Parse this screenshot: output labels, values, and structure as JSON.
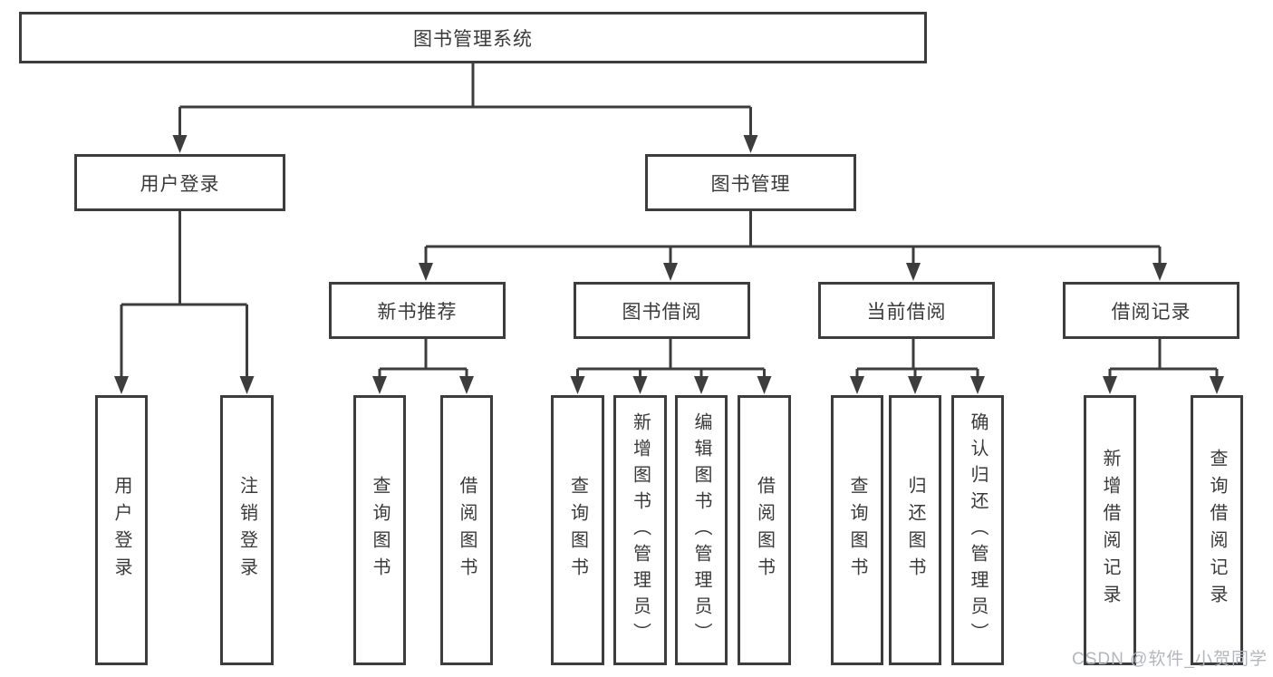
{
  "tree": {
    "label": "图书管理系统",
    "children": [
      {
        "label": "用户登录",
        "children": [
          {
            "label": "用户登录"
          },
          {
            "label": "注销登录"
          }
        ]
      },
      {
        "label": "图书管理",
        "children": [
          {
            "label": "新书推荐",
            "children": [
              {
                "label": "查询图书"
              },
              {
                "label": "借阅图书"
              }
            ]
          },
          {
            "label": "图书借阅",
            "children": [
              {
                "label": "查询图书"
              },
              {
                "label": "新增图书（管理员）"
              },
              {
                "label": "编辑图书（管理员）"
              },
              {
                "label": "借阅图书"
              }
            ]
          },
          {
            "label": "当前借阅",
            "children": [
              {
                "label": "查询图书"
              },
              {
                "label": "归还图书"
              },
              {
                "label": "确认归还（管理员）"
              }
            ]
          },
          {
            "label": "借阅记录",
            "children": [
              {
                "label": "新增借阅记录"
              },
              {
                "label": "查询借阅记录"
              }
            ]
          }
        ]
      }
    ]
  },
  "watermark": {
    "text": "CSDN @软件_小贺同学"
  },
  "colors": {
    "line": "#3d3d3d",
    "text": "#3a3a3a",
    "background": "#ffffff",
    "watermark": "#b3b6bc"
  }
}
